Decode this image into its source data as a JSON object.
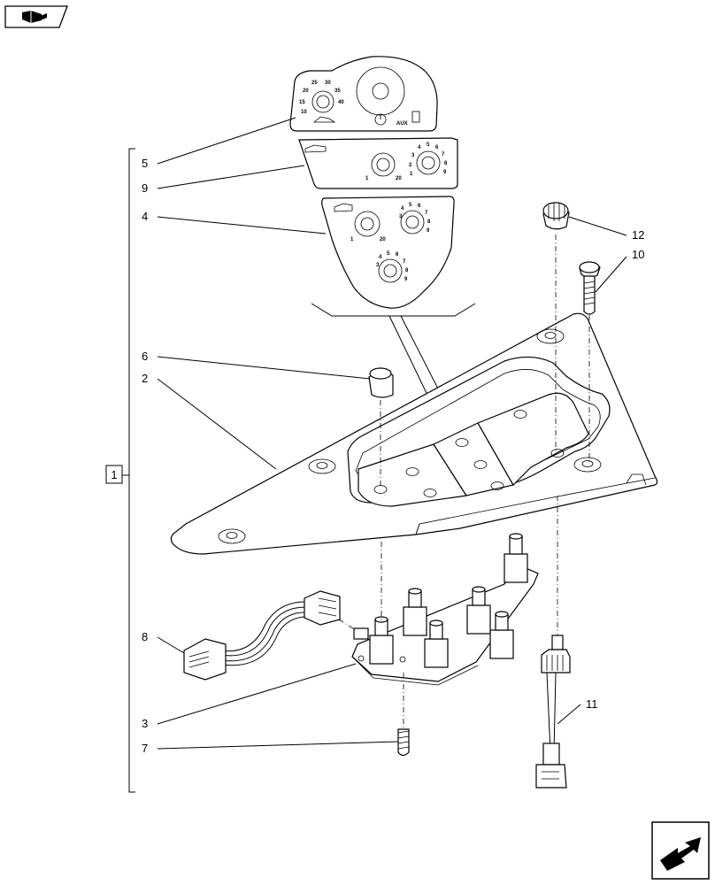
{
  "callouts": {
    "c1": "1",
    "c2": "2",
    "c3": "3",
    "c4": "4",
    "c5": "5",
    "c6": "6",
    "c7": "7",
    "c8": "8",
    "c9": "9",
    "c10": "10",
    "c11": "11",
    "c12": "12"
  },
  "panel_top": {
    "dial_marks": [
      "10",
      "15",
      "20",
      "25",
      "30",
      "35",
      "40"
    ],
    "aux_label": "AUX"
  },
  "panel_mid": {
    "dial_a_marks": [
      "1",
      "20"
    ],
    "dial_b_marks": [
      "1",
      "2",
      "3",
      "4",
      "5",
      "6",
      "7",
      "8",
      "9"
    ]
  },
  "panel_low": {
    "dial_a_marks": [
      "1",
      "20"
    ],
    "dial_b_marks": [
      "3",
      "4",
      "5",
      "6",
      "7",
      "8",
      "9"
    ],
    "dial_c_marks": [
      "3",
      "4",
      "5",
      "6",
      "7",
      "8",
      "9"
    ]
  },
  "icons": {
    "top_left": "catalog-book-icon",
    "bottom_right": "next-page-arrow-icon"
  }
}
